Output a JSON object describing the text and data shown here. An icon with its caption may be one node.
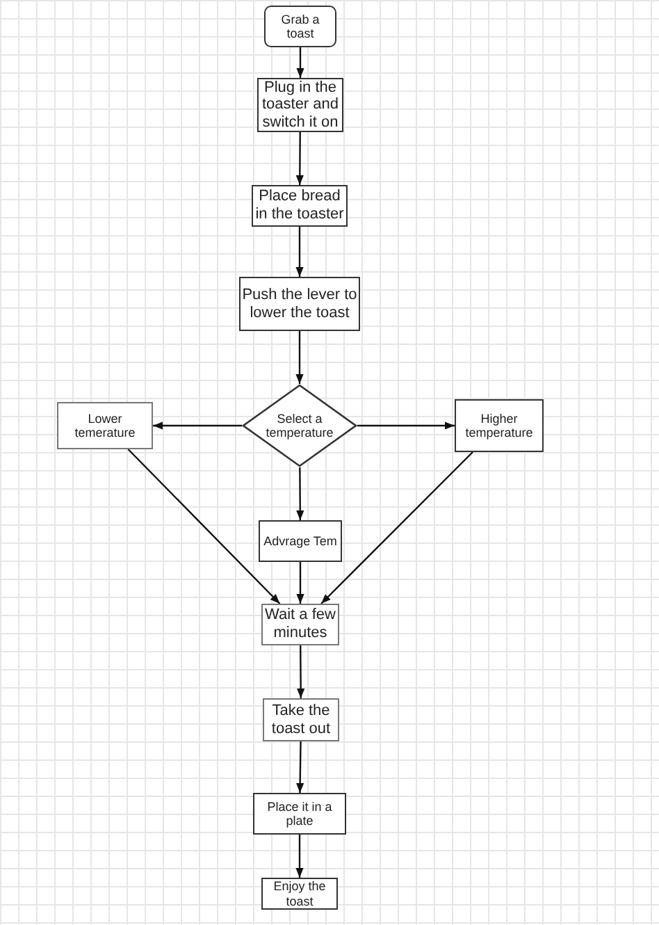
{
  "diagram": {
    "nodes": [
      {
        "text": [
          "Grab a toast"
        ]
      },
      {
        "text": [
          "Plug in the toaster and switch it on"
        ]
      },
      {
        "text": [
          "Place bread in the toaster"
        ]
      },
      {
        "text": [
          "Push the lever to lower the toast"
        ]
      },
      {
        "text": [
          "Select a temperature"
        ]
      },
      {
        "text": [
          "Lower temerature"
        ]
      },
      {
        "text": [
          "Higher temperature"
        ]
      },
      {
        "text": [
          "Advrage Tem"
        ]
      },
      {
        "text": [
          "Wait a few minutes"
        ]
      },
      {
        "text": [
          "Take the toast out"
        ]
      },
      {
        "text": [
          "Place it in a plate"
        ]
      },
      {
        "text": [
          "Enjoy the toast"
        ]
      }
    ],
    "edges": [
      {
        "from": 0,
        "to": 1,
        "arrow": "to"
      },
      {
        "from": 1,
        "to": 2,
        "arrow": "to"
      },
      {
        "from": 2,
        "to": 3,
        "arrow": "to"
      },
      {
        "from": 3,
        "to": 4,
        "arrow": "to"
      },
      {
        "from": 4,
        "to": 5,
        "arrow": "to"
      },
      {
        "from": 4,
        "to": 6,
        "arrow": "to"
      },
      {
        "from": 4,
        "to": 7,
        "arrow": "to"
      },
      {
        "from": 5,
        "to": 8,
        "arrow": "to"
      },
      {
        "from": 6,
        "to": 8,
        "arrow": "to"
      },
      {
        "from": 7,
        "to": 8,
        "arrow": "to"
      },
      {
        "from": 8,
        "to": 9,
        "arrow": "to"
      },
      {
        "from": 9,
        "to": 10,
        "arrow": "to"
      },
      {
        "from": 10,
        "to": 11,
        "arrow": "to"
      }
    ]
  }
}
